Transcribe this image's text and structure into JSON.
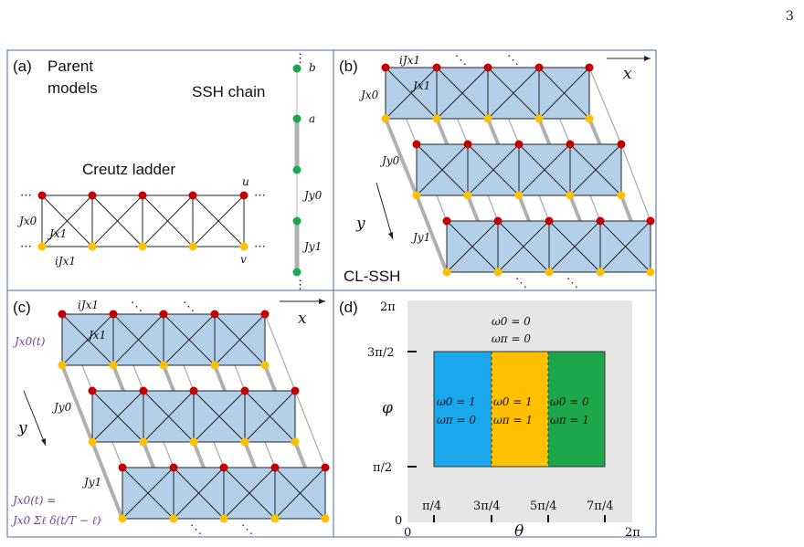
{
  "page_number": "3",
  "panel_a": {
    "tag": "(a)",
    "title_line1": "Parent",
    "title_line2": "models",
    "ssh_title": "SSH chain",
    "creutz_title": "Creutz ladder",
    "site_b": "b",
    "site_a": "a",
    "site_u": "u",
    "site_v": "v",
    "jx0": "Jx0",
    "jx1": "Jx1",
    "ijx1": "iJx1",
    "jy0": "Jy0",
    "jy1": "Jy1"
  },
  "panel_b": {
    "tag": "(b)",
    "ijx1": "iJx1",
    "jx1": "Jx1",
    "jx0": "Jx0",
    "jy0": "Jy0",
    "jy1": "Jy1",
    "x_axis": "x",
    "y_axis": "y",
    "caption": "CL-SSH"
  },
  "panel_c": {
    "tag": "(c)",
    "ijx1": "iJx1",
    "jx1": "Jx1",
    "jx0t": "Jx0(t)",
    "jy0": "Jy0",
    "jy1": "Jy1",
    "x_axis": "x",
    "y_axis": "y",
    "formula_line1": "Jx0(t) =",
    "formula_line2": "Jx0 Σℓ δ(t/T − ℓ)"
  },
  "panel_d": {
    "tag": "(d)",
    "top_w0": "ω0 = 0",
    "top_wpi": "ωπ = 0",
    "regions": [
      {
        "w0": "ω0 = 1",
        "wpi": "ωπ = 0",
        "color": "#1aa7ec"
      },
      {
        "w0": "ω0 = 1",
        "wpi": "ωπ = 1",
        "color": "#ffc000"
      },
      {
        "w0": "ω0 = 0",
        "wpi": "ωπ = 1",
        "color": "#1ea74a"
      }
    ],
    "y_label": "φ",
    "x_label": "θ",
    "y_ticks": [
      "2π",
      "3π/2",
      "π/2",
      "0"
    ],
    "x_ticks": [
      "0",
      "π/4",
      "3π/4",
      "5π/4",
      "7π/4",
      "2π"
    ],
    "bg_color": "#e6e6e6"
  },
  "colors": {
    "red_site": "#c00000",
    "yellow_site": "#ffc000",
    "green_site": "#1ea74a",
    "plaquette": "#b4cfe9"
  }
}
